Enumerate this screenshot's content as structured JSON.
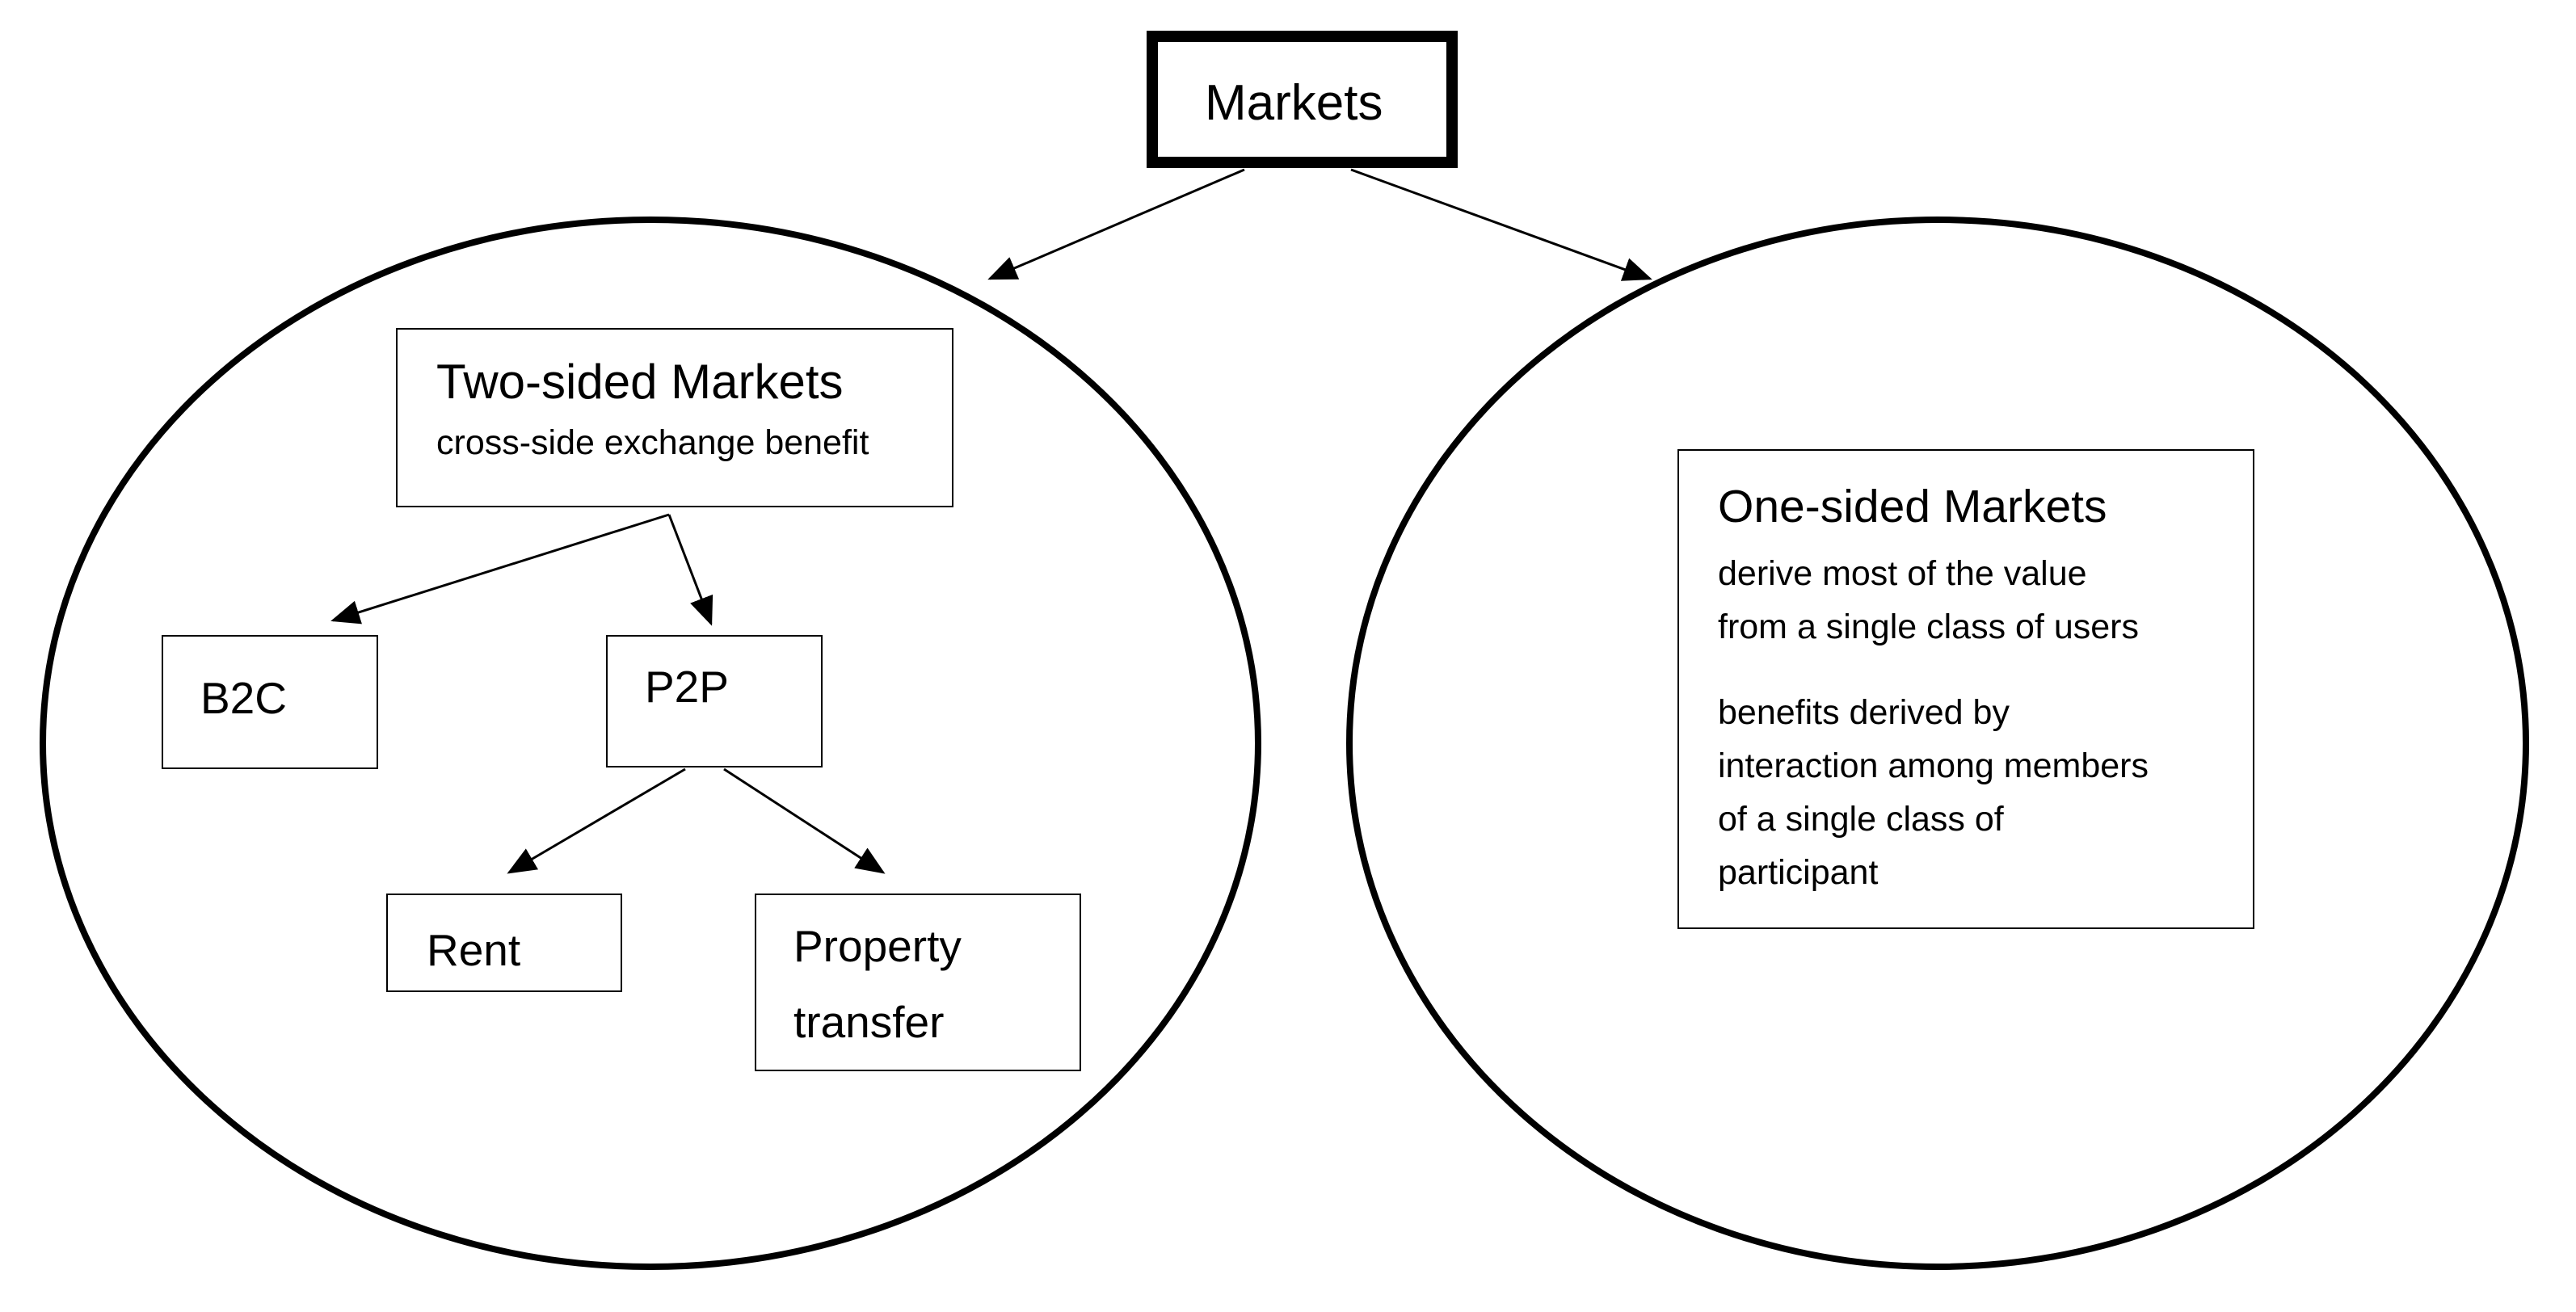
{
  "diagram": {
    "root": {
      "label": "Markets"
    },
    "two_sided": {
      "title": "Two-sided Markets",
      "subtitle": "cross-side exchange benefit",
      "children": {
        "b2c": "B2C",
        "p2p": "P2P",
        "p2p_children": {
          "rent": "Rent",
          "property_line1": "Property",
          "property_line2": "transfer"
        }
      }
    },
    "one_sided": {
      "title": "One-sided Markets",
      "description_lines": [
        "derive most of the value",
        "from a single class of users",
        "benefits derived by",
        "interaction among members",
        "of a single class of",
        "participant"
      ]
    },
    "colors": {
      "stroke": "#000000",
      "background": "#ffffff"
    }
  }
}
